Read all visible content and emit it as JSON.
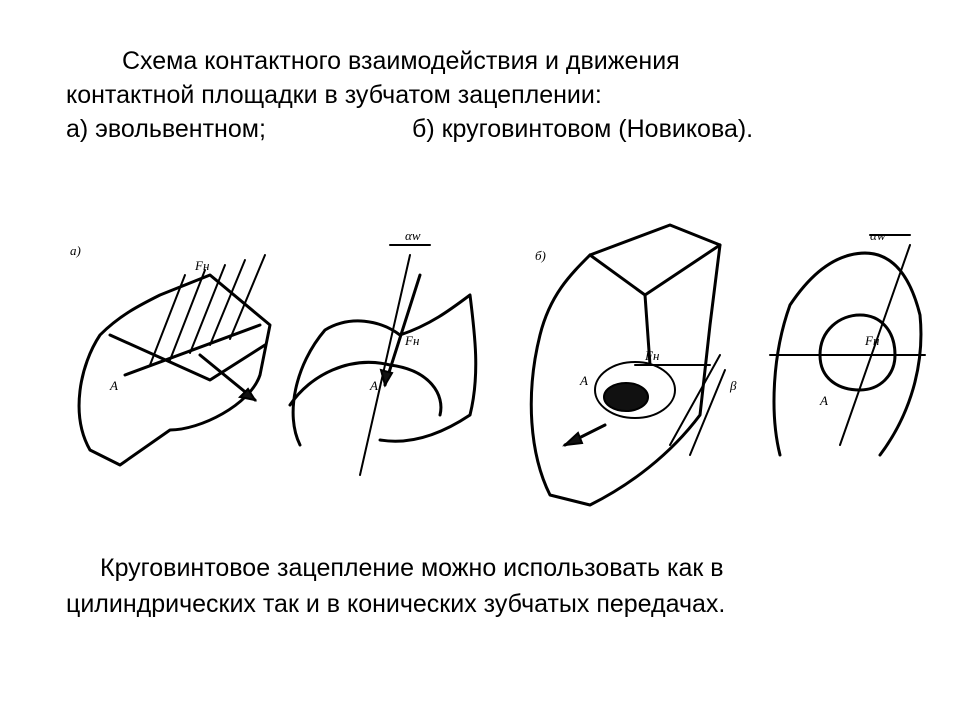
{
  "title": {
    "line1": "Схема контактного взаимодействия и движения",
    "line2": "контактной площадки в зубчатом  зацеплении:",
    "line3a": "а) эвольвентном;",
    "line3b": "б) круговинтовом (Новикова)."
  },
  "figure": {
    "label_a": "а)",
    "label_b": "б)",
    "force": "Fн",
    "point": "A",
    "angle": "αw",
    "beta": "β"
  },
  "note": {
    "line1": "Круговинтовое зацепление можно использовать как в",
    "line2": "цилиндрических так и в конических зубчатых передачах."
  }
}
